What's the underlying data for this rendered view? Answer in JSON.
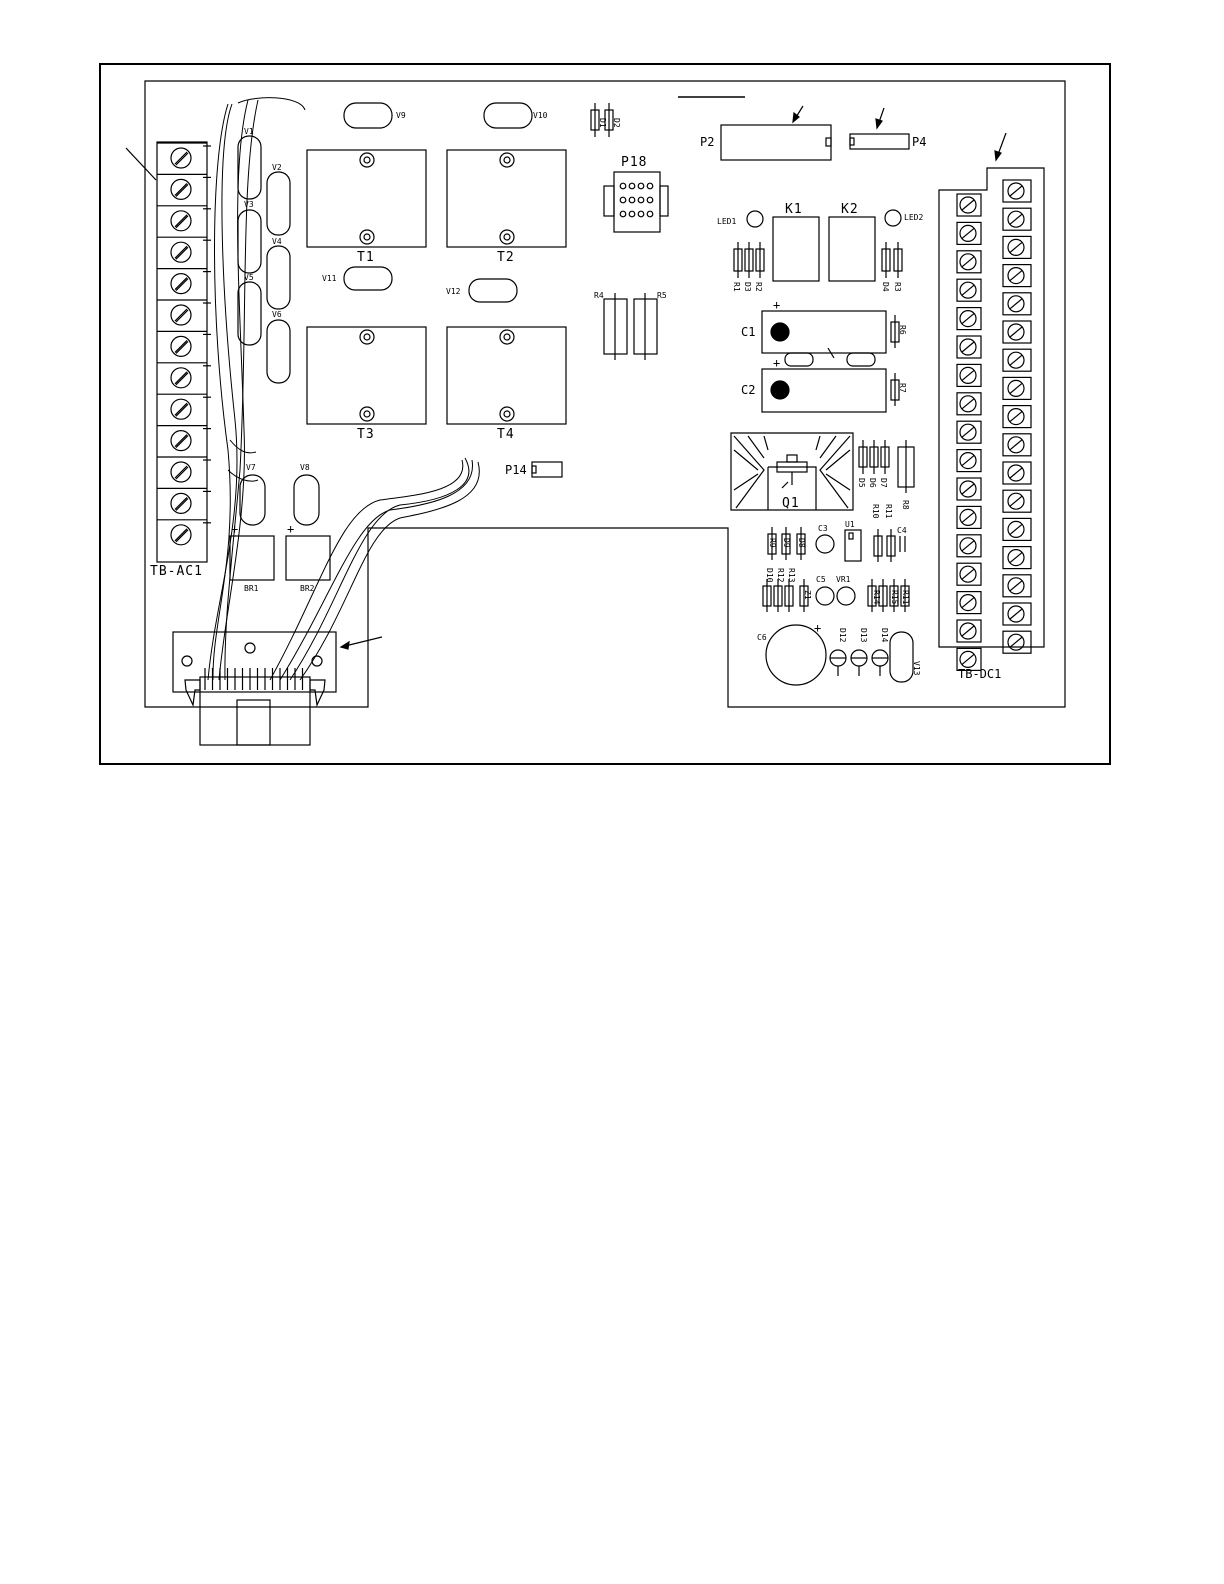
{
  "labels": {
    "tb_ac1": "TB-AC1",
    "tb_dc1": "TB-DC1",
    "t1": "T1",
    "t2": "T2",
    "t3": "T3",
    "t4": "T4",
    "p2": "P2",
    "p4": "P4",
    "p14": "P14",
    "p18": "P18",
    "k1": "K1",
    "k2": "K2",
    "led1": "LED1",
    "led2": "LED2",
    "c1": "C1",
    "c2": "C2",
    "c3": "C3",
    "c4": "C4",
    "c5": "C5",
    "c6": "C6",
    "q1": "Q1",
    "u1": "U1",
    "vr1": "VR1",
    "br1": "BR1",
    "br2": "BR2",
    "v1": "V1",
    "v2": "V2",
    "v3": "V3",
    "v4": "V4",
    "v5": "V5",
    "v6": "V6",
    "v7": "V7",
    "v8": "V8",
    "v9": "V9",
    "v10": "V10",
    "v11": "V11",
    "v12": "V12",
    "v13": "V13",
    "r4": "R4",
    "r5": "R5",
    "r6": "R6",
    "r7": "R7",
    "r8": "R8",
    "d1": "D1",
    "d2": "D2",
    "top_left_group": [
      "R1",
      "D3",
      "R2"
    ],
    "top_right_group": [
      "D4",
      "R3"
    ],
    "d_group": [
      "D5",
      "D6",
      "D7"
    ],
    "r10": "R10",
    "r11": "R11",
    "mid_group": [
      "R9",
      "D9",
      "D8"
    ],
    "lower_group": [
      "D10",
      "R12",
      "R13"
    ],
    "z1": "Z1",
    "r14_group": [
      "R14",
      "R15",
      "R11"
    ],
    "d_bottom": [
      "D12",
      "D13",
      "D14"
    ]
  }
}
